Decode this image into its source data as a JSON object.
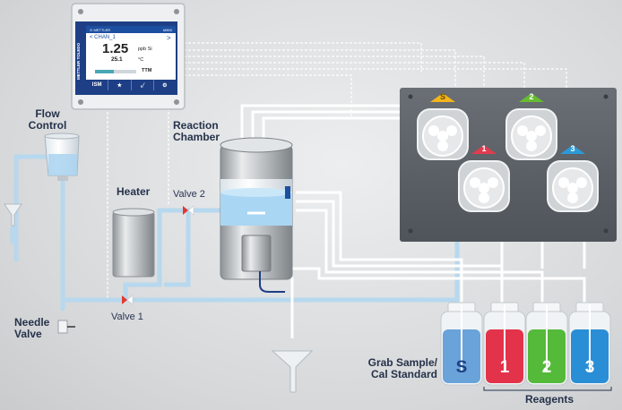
{
  "transmitter": {
    "brand": "METTLER TOLEDO",
    "model": "M800",
    "status_left": "⊙  METTLER",
    "status_right": "",
    "channel": "< CHAN_1",
    "channel_next": ">",
    "main_value": "1.25",
    "main_unit": "ppb Si",
    "temp_value": "25.1",
    "temp_unit": "°C",
    "ttm_label": "TTM",
    "softkeys": [
      "ISM",
      "★",
      "⌞⁄",
      "⚙"
    ]
  },
  "labels": {
    "flow_control": [
      "Flow",
      "Control"
    ],
    "reaction_chamber": [
      "Reaction",
      "Chamber"
    ],
    "heater": "Heater",
    "valve2": "Valve 2",
    "valve1": "Valve 1",
    "needle_valve": [
      "Needle",
      "Valve"
    ],
    "grab_sample": [
      "Grab Sample/",
      "Cal Standard"
    ],
    "reagents": "Reagents"
  },
  "pumps": [
    {
      "badge": "S",
      "color": "#f2b51b"
    },
    {
      "badge": "1",
      "color": "#e23b4e"
    },
    {
      "badge": "2",
      "color": "#65bd2f"
    },
    {
      "badge": "3",
      "color": "#2c9ad8"
    }
  ],
  "bottles": [
    {
      "letter": "S",
      "color": "#6aa3d9"
    },
    {
      "letter": "1",
      "color": "#e3334a"
    },
    {
      "letter": "2",
      "color": "#55b93a"
    },
    {
      "letter": "3",
      "color": "#2a8ed6"
    }
  ],
  "colors": {
    "tube": "#b7d8ee",
    "fluid": "#8fc6ea",
    "panel": "#5a5f66",
    "label": "#26324a"
  }
}
